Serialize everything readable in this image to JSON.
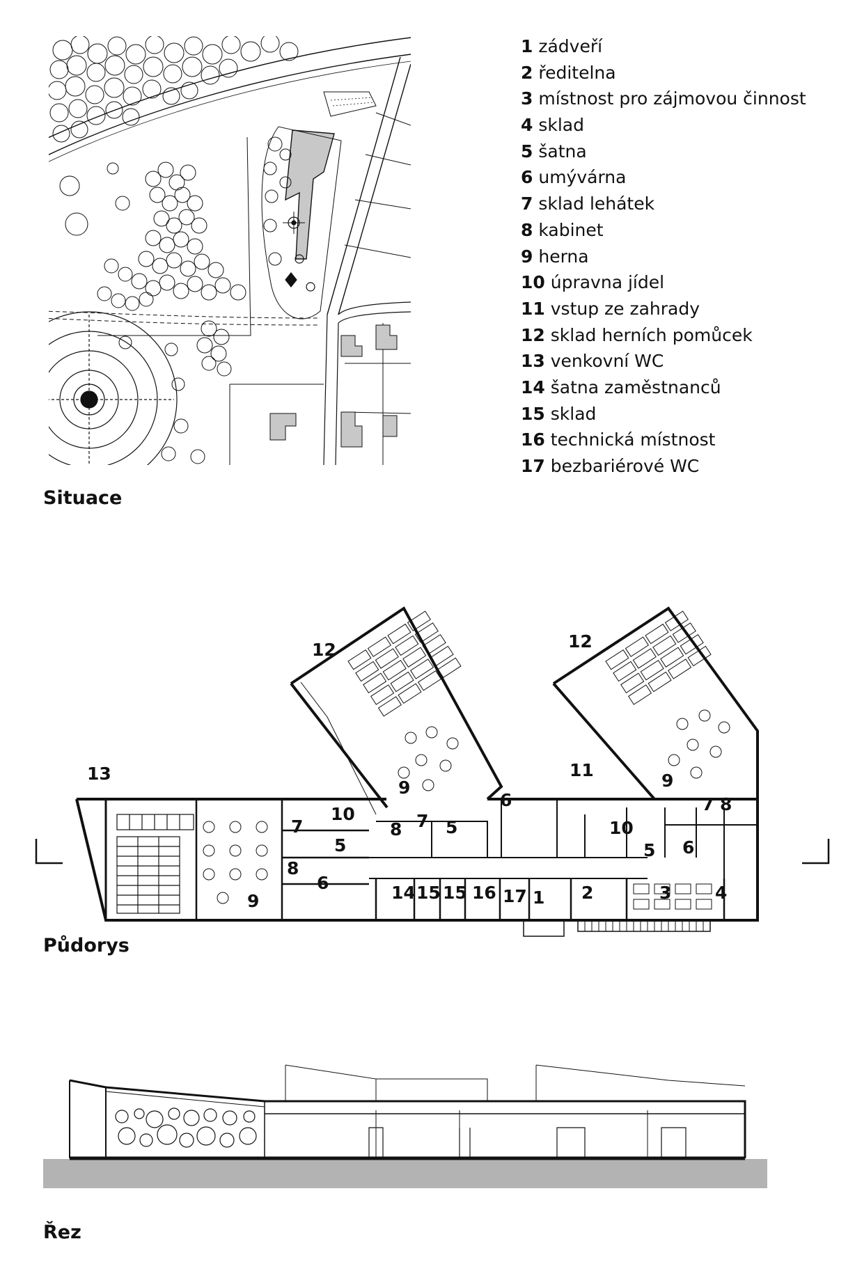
{
  "headings": {
    "situation": "Situace",
    "plan": "Půdorys",
    "section": "Řez"
  },
  "legend": [
    {
      "num": "1",
      "text": "zádveří"
    },
    {
      "num": "2",
      "text": "ředitelna"
    },
    {
      "num": "3",
      "text": "místnost pro zájmovou činnost"
    },
    {
      "num": "4",
      "text": "sklad"
    },
    {
      "num": "5",
      "text": "šatna"
    },
    {
      "num": "6",
      "text": "umývárna"
    },
    {
      "num": "7",
      "text": "sklad lehátek"
    },
    {
      "num": "8",
      "text": "kabinet"
    },
    {
      "num": "9",
      "text": "herna"
    },
    {
      "num": "10",
      "text": "úpravna jídel"
    },
    {
      "num": "11",
      "text": "vstup ze zahrady"
    },
    {
      "num": "12",
      "text": "sklad herních pomůcek"
    },
    {
      "num": "13",
      "text": "venkovní WC"
    },
    {
      "num": "14",
      "text": "šatna zaměstnanců"
    },
    {
      "num": "15",
      "text": "sklad"
    },
    {
      "num": "16",
      "text": "technická místnost"
    },
    {
      "num": "17",
      "text": "bezbariérové WC"
    }
  ],
  "plan_labels": {
    "l12a": "12",
    "l12b": "12",
    "l13": "13",
    "l11": "11",
    "l9a": "9",
    "l9b": "9",
    "l9c": "9",
    "l10a": "10",
    "l10b": "10",
    "l7a": "7",
    "l7b": "7",
    "l7c": "7",
    "l8a": "8",
    "l8b": "8",
    "l8c": "8",
    "l5a": "5",
    "l5b": "5",
    "l5c": "5",
    "l6a": "6",
    "l6b": "6",
    "l6c": "6",
    "l14": "14",
    "l15a": "15",
    "l15b": "15",
    "l16": "16",
    "l17": "17",
    "l1": "1",
    "l2": "2",
    "l3": "3",
    "l4": "4"
  },
  "colors": {
    "ink": "#111111",
    "building_fill": "#c8c8c8",
    "ground": "#b3b3b3"
  }
}
